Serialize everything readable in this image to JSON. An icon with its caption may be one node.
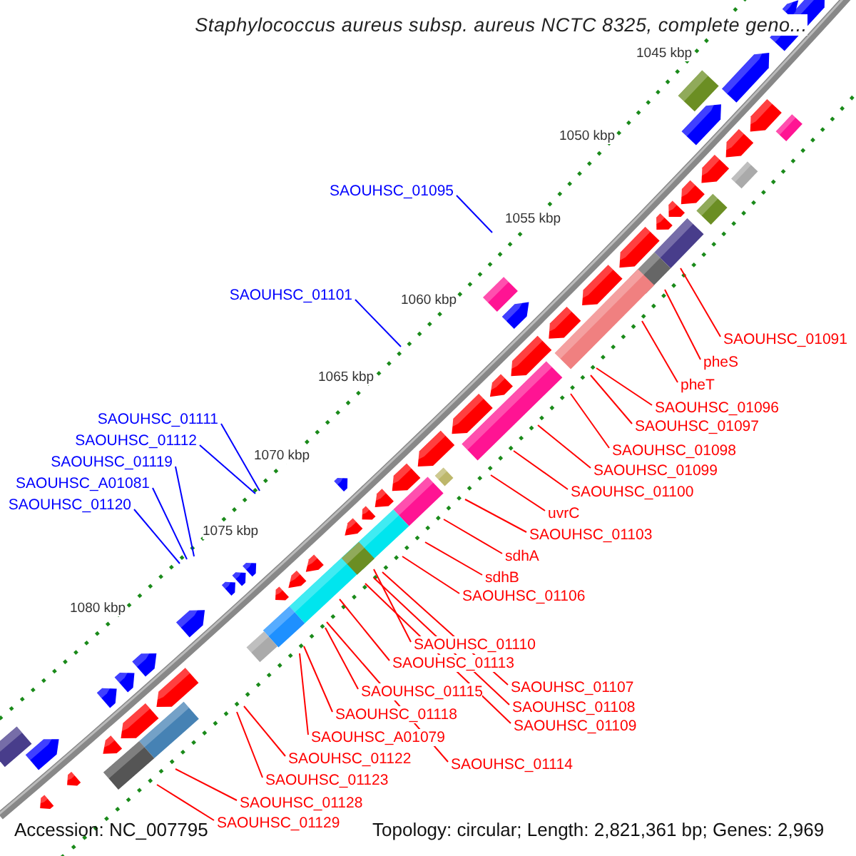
{
  "diagram": {
    "title": "Staphylococcus aureus subsp. aureus NCTC 8325, complete geno...",
    "nodes": [
      {
        "text": [
          "SAOUHSC_01095"
        ]
      },
      {
        "text": [
          "SAOUHSC_01101"
        ]
      },
      {
        "text": [
          "SAOUHSC_01111"
        ]
      },
      {
        "text": [
          "SAOUHSC_01112"
        ]
      },
      {
        "text": [
          "SAOUHSC_01119"
        ]
      },
      {
        "text": [
          "SAOUHSC_A01081"
        ]
      },
      {
        "text": [
          "SAOUHSC_01120"
        ]
      },
      {
        "text": [
          "SAOUHSC_01091"
        ]
      },
      {
        "text": [
          "pheS"
        ]
      },
      {
        "text": [
          "pheT"
        ]
      },
      {
        "text": [
          "SAOUHSC_01096"
        ]
      },
      {
        "text": [
          "SAOUHSC_01097"
        ]
      },
      {
        "text": [
          "SAOUHSC_01098"
        ]
      },
      {
        "text": [
          "SAOUHSC_01099"
        ]
      },
      {
        "text": [
          "SAOUHSC_01100"
        ]
      },
      {
        "text": [
          "uvrC"
        ]
      },
      {
        "text": [
          "SAOUHSC_01103"
        ]
      },
      {
        "text": [
          "sdhA"
        ]
      },
      {
        "text": [
          "sdhB"
        ]
      },
      {
        "text": [
          "SAOUHSC_01106"
        ]
      },
      {
        "text": [
          "SAOUHSC_01110"
        ]
      },
      {
        "text": [
          "SAOUHSC_01113"
        ]
      },
      {
        "text": [
          "SAOUHSC_01107"
        ]
      },
      {
        "text": [
          "SAOUHSC_01115"
        ]
      },
      {
        "text": [
          "SAOUHSC_01108"
        ]
      },
      {
        "text": [
          "SAOUHSC_01118"
        ]
      },
      {
        "text": [
          "SAOUHSC_01109"
        ]
      },
      {
        "text": [
          "SAOUHSC_A01079"
        ]
      },
      {
        "text": [
          "SAOUHSC_01122"
        ]
      },
      {
        "text": [
          "SAOUHSC_01114"
        ]
      },
      {
        "text": [
          "SAOUHSC_01123"
        ]
      },
      {
        "text": [
          "SAOUHSC_01128"
        ]
      },
      {
        "text": [
          "SAOUHSC_01129"
        ]
      }
    ],
    "edges": [
      {
        "from": 0,
        "to": null,
        "arrow": "none",
        "color": "#0000ff"
      },
      {
        "from": 1,
        "to": null,
        "arrow": "none",
        "color": "#0000ff"
      },
      {
        "from": 2,
        "to": null,
        "arrow": "none",
        "color": "#0000ff"
      },
      {
        "from": 3,
        "to": null,
        "arrow": "none",
        "color": "#0000ff"
      },
      {
        "from": 4,
        "to": null,
        "arrow": "none",
        "color": "#0000ff"
      },
      {
        "from": 5,
        "to": null,
        "arrow": "none",
        "color": "#0000ff"
      },
      {
        "from": 6,
        "to": null,
        "arrow": "none",
        "color": "#0000ff"
      },
      {
        "from": 7,
        "to": null,
        "arrow": "none"
      },
      {
        "from": 8,
        "to": null,
        "arrow": "none"
      },
      {
        "from": 9,
        "to": null,
        "arrow": "none"
      },
      {
        "from": 10,
        "to": null,
        "arrow": "none"
      },
      {
        "from": 11,
        "to": null,
        "arrow": "none"
      },
      {
        "from": 12,
        "to": null,
        "arrow": "none"
      },
      {
        "from": 13,
        "to": null,
        "arrow": "none"
      },
      {
        "from": 14,
        "to": null,
        "arrow": "none"
      },
      {
        "from": 15,
        "to": null,
        "arrow": "none"
      },
      {
        "from": 16,
        "to": null,
        "arrow": "none"
      },
      {
        "from": 17,
        "to": null,
        "arrow": "none"
      },
      {
        "from": 18,
        "to": null,
        "arrow": "none"
      },
      {
        "from": 19,
        "to": null,
        "arrow": "none"
      },
      {
        "from": 20,
        "to": null,
        "arrow": "none"
      },
      {
        "from": 21,
        "to": null,
        "arrow": "none"
      },
      {
        "from": 22,
        "to": null,
        "arrow": "none"
      },
      {
        "from": 23,
        "to": null,
        "arrow": "none"
      },
      {
        "from": 24,
        "to": null,
        "arrow": "none"
      },
      {
        "from": 25,
        "to": null,
        "arrow": "none"
      },
      {
        "from": 26,
        "to": null,
        "arrow": "none"
      },
      {
        "from": 27,
        "to": null,
        "arrow": "none"
      },
      {
        "from": 28,
        "to": null,
        "arrow": "none"
      },
      {
        "from": 29,
        "to": null,
        "arrow": "none"
      },
      {
        "from": 30,
        "to": null,
        "arrow": "none"
      },
      {
        "from": 31,
        "to": null,
        "arrow": "none"
      },
      {
        "from": 32,
        "to": null,
        "arrow": "none"
      }
    ],
    "labels": [
      "1045 kbp",
      "1050 kbp",
      "1055 kbp",
      "1060 kbp",
      "1065 kbp",
      "1070 kbp",
      "1075 kbp",
      "1080 kbp",
      "Accession: NC_007795",
      "Topology: circular; Length: 2,821,361 bp; Genes: 2,969"
    ]
  }
}
